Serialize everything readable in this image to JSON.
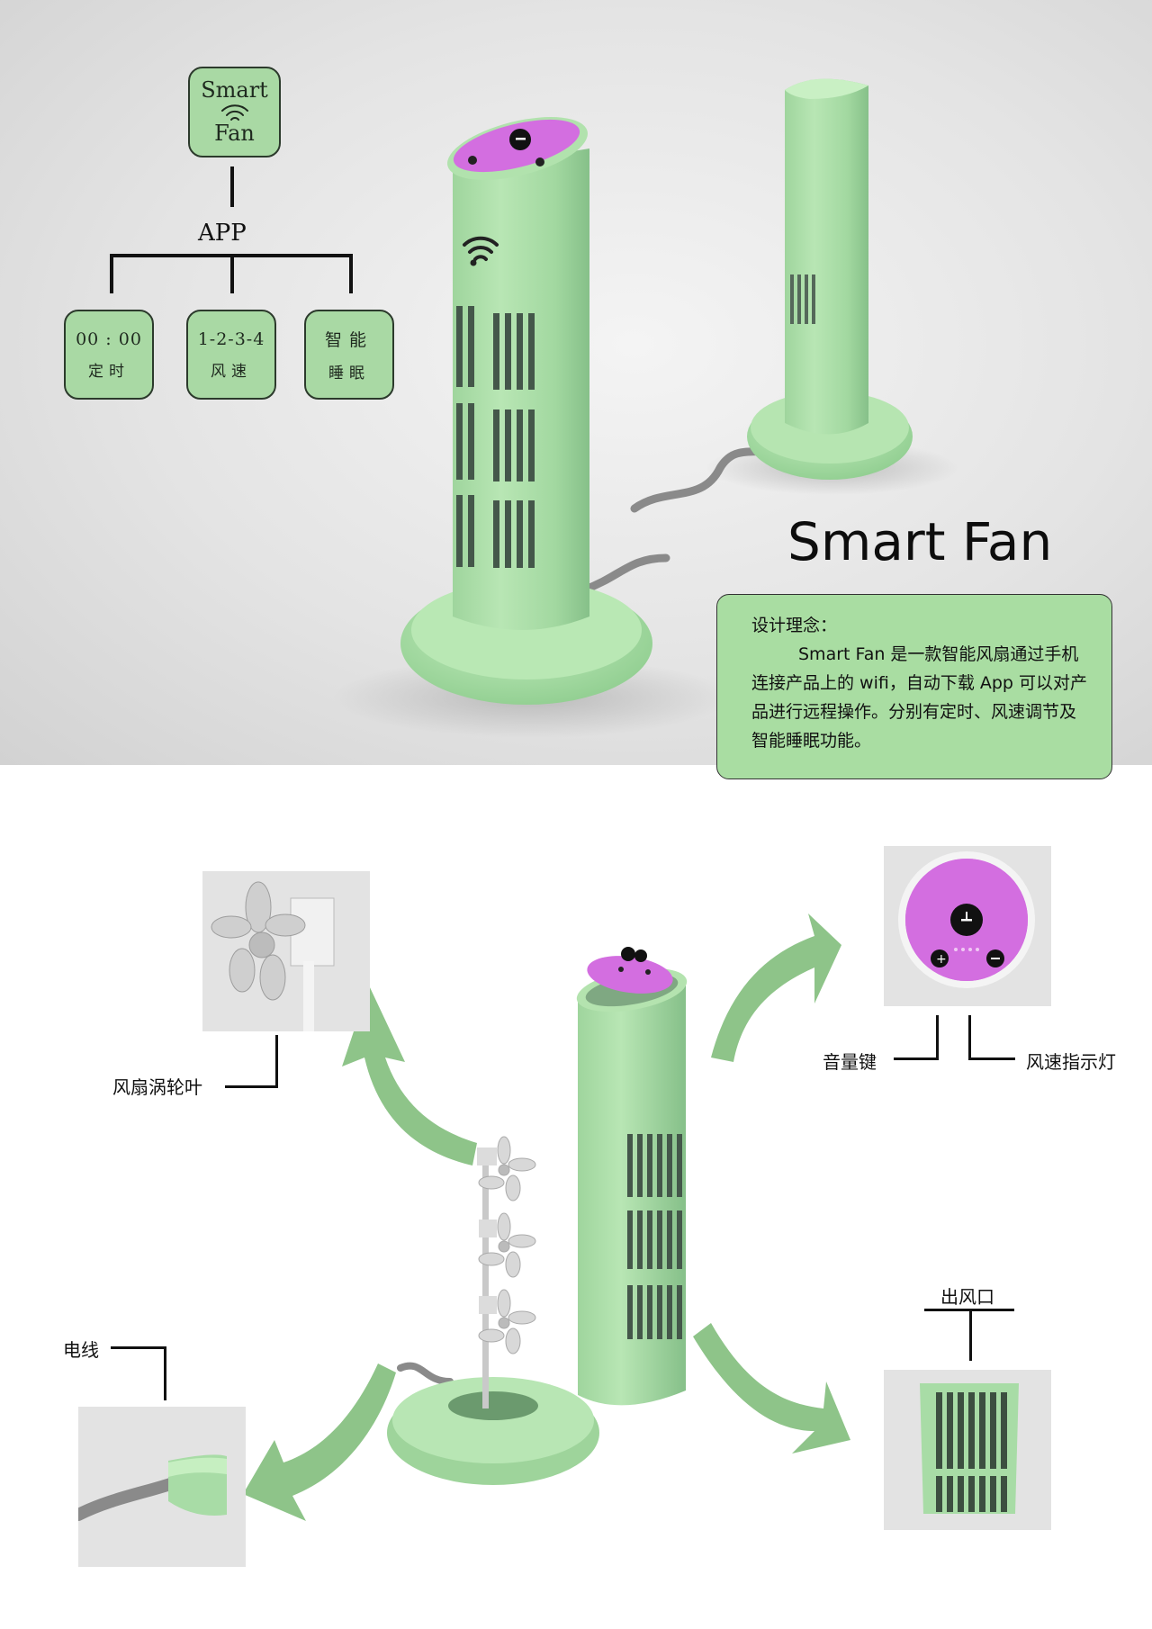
{
  "title": "Smart Fan",
  "app_tree": {
    "root_lines": [
      "Smart",
      "Fan"
    ],
    "app_label": "APP",
    "leaves": [
      {
        "line1": "00 : 00",
        "line2": "定时"
      },
      {
        "line1": "1-2-3-4",
        "line2": "风速"
      },
      {
        "line1": "智能",
        "line2": "睡眠"
      }
    ]
  },
  "description": {
    "heading": "设计理念：",
    "body": "Smart Fan 是一款智能风扇通过手机连接产品上的 wifi，自动下载 App 可以对产品进行远程操作。分别有定时、风速调节及智能睡眠功能。"
  },
  "callouts": {
    "turbine_blades": "风扇涡轮叶",
    "volume_key": "音量键",
    "speed_indicator": "风速指示灯",
    "air_outlet": "出风口",
    "power_cord": "电线"
  },
  "colors": {
    "fan_body": "#a8dca6",
    "fan_shadow": "#86c089",
    "control_panel": "#d36ee0",
    "box_fill": "#a9d9a4",
    "arrow": "#8ec489"
  },
  "icons": {
    "wifi": "wifi-icon",
    "plus": "plus-icon",
    "minus": "minus-icon",
    "clock": "clock-icon"
  }
}
